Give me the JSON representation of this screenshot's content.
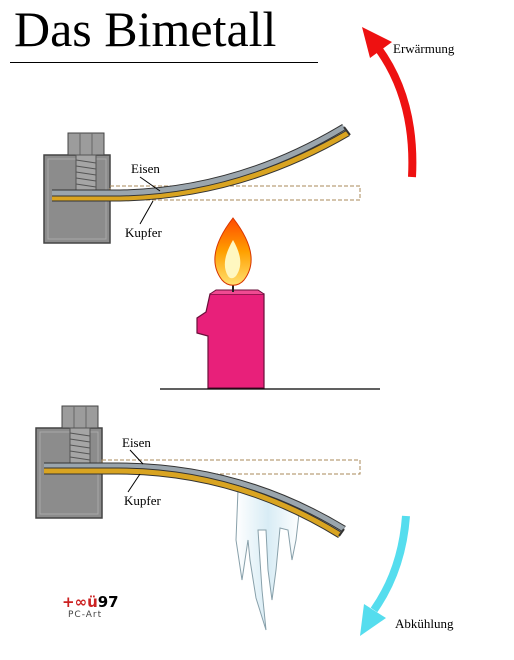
{
  "title": "Das Bimetall",
  "top_diagram": {
    "label_iron": "Eisen",
    "label_copper": "Kupfer",
    "arrow_label": "Erwärmung",
    "arrow_color": "#ee1111"
  },
  "bottom_diagram": {
    "label_iron": "Eisen",
    "label_copper": "Kupfer",
    "arrow_label": "Abkühlung",
    "arrow_color": "#55ddee"
  },
  "logo": {
    "line1_colored": "+∞ü",
    "line1_number": "97",
    "line2": "PC-Art"
  },
  "colors": {
    "iron": "#9aa5ad",
    "copper": "#d9a421",
    "clamp": "#8b8b8b",
    "candle": "#e8207a"
  }
}
